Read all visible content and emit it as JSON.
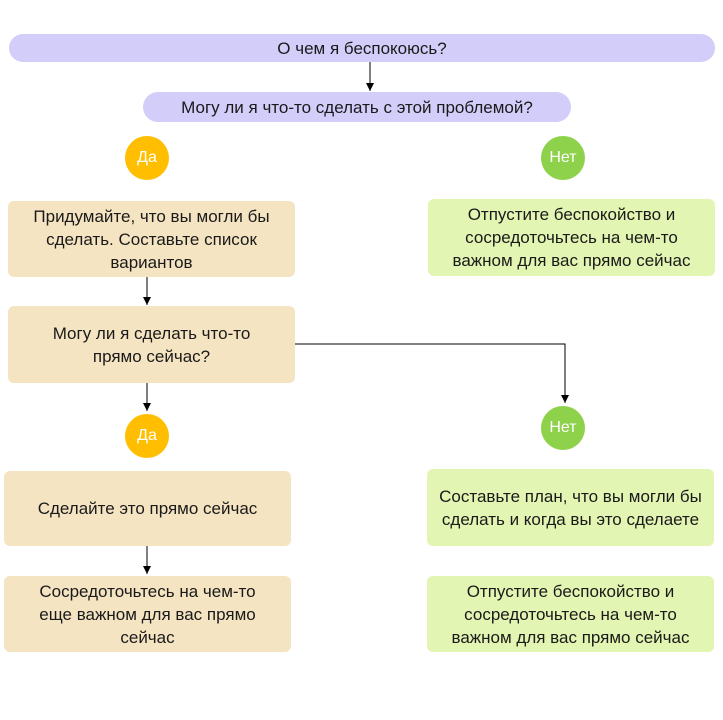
{
  "diagram": {
    "root_question": "О чем я беспокоюсь?",
    "question_can_do": "Могу ли я что-то сделать с этой проблемой?",
    "yes_label_1": "Да",
    "no_label_1": "Нет",
    "think_options": "Придумайте, что вы могли бы сделать. Составьте список вариантов",
    "let_go_1": "Отпустите беспокойство и сосредоточьтесь на чем-то важном для вас прямо сейчас",
    "question_now": "Могу ли я сделать что-то прямо сейчас?",
    "yes_label_2": "Да",
    "no_label_2": "Нет",
    "do_it_now": "Сделайте это прямо сейчас",
    "make_plan": "Составьте план, что вы могли бы сделать и когда вы это сделаете",
    "focus_else": "Сосредоточьтесь на чем-то еще важном для вас прямо сейчас",
    "let_go_2": "Отпустите беспокойство и сосредоточьтесь на чем-то важном для вас прямо сейчас"
  },
  "colors": {
    "question": "#d3cdfa",
    "yes_branch": "#f5e4c2",
    "no_branch": "#e3f5b2",
    "yes_circle": "#ffbf00",
    "no_circle": "#8ed14a"
  }
}
